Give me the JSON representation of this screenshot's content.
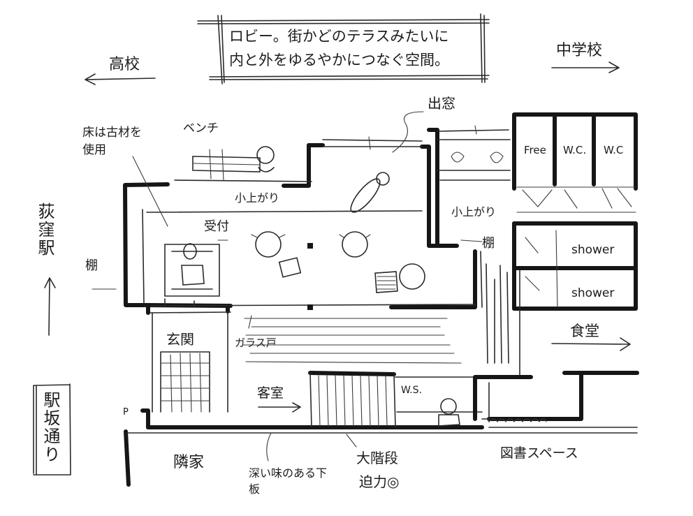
{
  "title_box": {
    "line1": "ロビー。街かどのテラスみたいに",
    "line2": "内と外をゆるやかにつなぐ空間。"
  },
  "directions": {
    "high_school": "高校",
    "middle_school": "中学校",
    "station": "荻窪駅",
    "cafeteria": "食堂",
    "guest_room": "客室",
    "station_road": "駅坂通り"
  },
  "rooms": {
    "free": "Free",
    "wc1": "W.C.",
    "wc2": "W.C",
    "shower1": "shower",
    "shower2": "shower",
    "entrance": "玄関",
    "neighbor": "隣家",
    "library": "図書スペース",
    "ws": "W.S."
  },
  "notes": {
    "bench": "ベンチ",
    "floor": "床は古材を使用",
    "window": "出窓",
    "koagari1": "小上がり",
    "koagari2": "小上がり",
    "reception": "受付",
    "shelf1": "棚",
    "shelf2": "棚",
    "glass_door": "ガラス戸",
    "baseboard": "深い味のある下板",
    "stairs": "大階段",
    "stairs_note": "迫力◎",
    "p_mark": "P"
  },
  "colors": {
    "ink": "#161616",
    "paper": "#ffffff"
  }
}
